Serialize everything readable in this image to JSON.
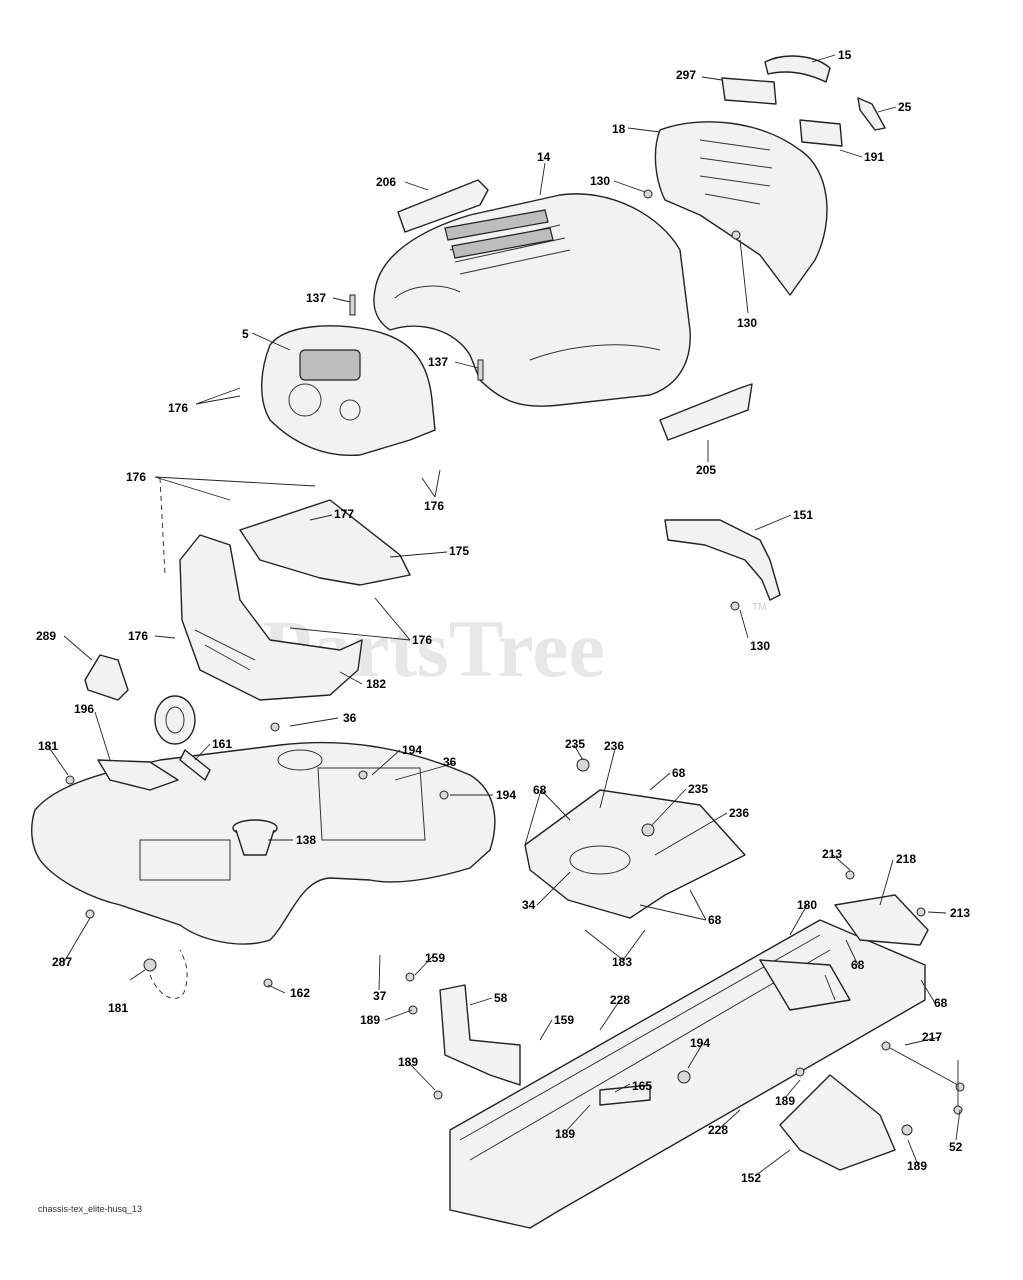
{
  "watermark": {
    "text": "PartsTree",
    "trademark": "TM"
  },
  "footer": {
    "text": "chassis-tex_elite-husq_13"
  },
  "callouts": [
    "15",
    "297",
    "25",
    "18",
    "191",
    "14",
    "206",
    "130",
    "130",
    "137",
    "5",
    "137",
    "176",
    "205",
    "176",
    "176",
    "177",
    "175",
    "151",
    "289",
    "176",
    "176",
    "182",
    "130",
    "196",
    "36",
    "181",
    "161",
    "194",
    "36",
    "194",
    "138",
    "235",
    "236",
    "68",
    "68",
    "235",
    "236",
    "34",
    "68",
    "183",
    "213",
    "218",
    "213",
    "180",
    "68",
    "287",
    "37",
    "159",
    "162",
    "181",
    "58",
    "68",
    "189",
    "228",
    "159",
    "217",
    "194",
    "189",
    "165",
    "189",
    "228",
    "52",
    "189",
    "152",
    "189"
  ]
}
